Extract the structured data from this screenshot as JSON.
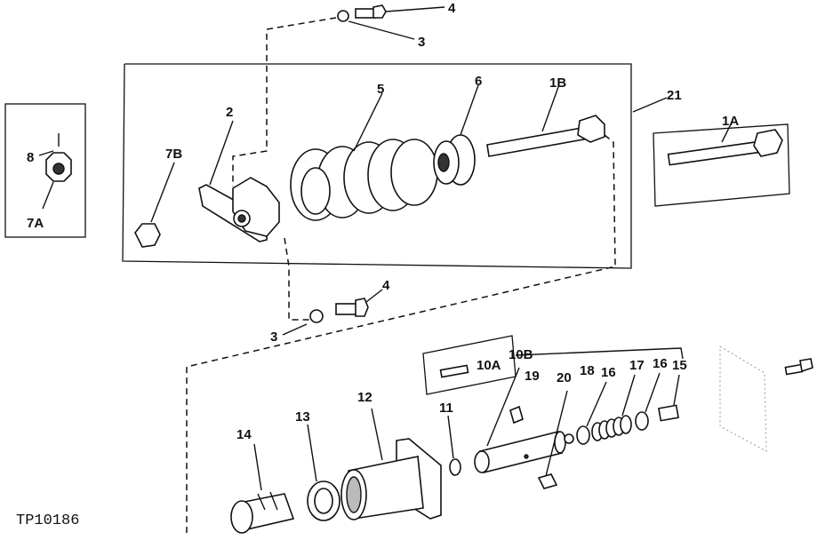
{
  "figure_code": "TP10186",
  "callouts": {
    "c4_top": "4",
    "c3_top": "3",
    "c5": "5",
    "c6": "6",
    "c1B": "1B",
    "c21": "21",
    "c2": "2",
    "c7B": "7B",
    "c8": "8",
    "c7A": "7A",
    "c1A": "1A",
    "c4_mid": "4",
    "c3_mid": "3",
    "c10A": "10A",
    "c10B": "10B",
    "c19": "19",
    "c20": "20",
    "c18": "18",
    "c16a": "16",
    "c17": "17",
    "c16b": "16",
    "c15": "15",
    "c11": "11",
    "c12": "12",
    "c13": "13",
    "c14": "14"
  },
  "icons": {
    "bolt": "bolt-icon",
    "nut": "hex-nut-icon",
    "washer": "lock-washer-icon",
    "spring": "coil-spring-icon"
  }
}
